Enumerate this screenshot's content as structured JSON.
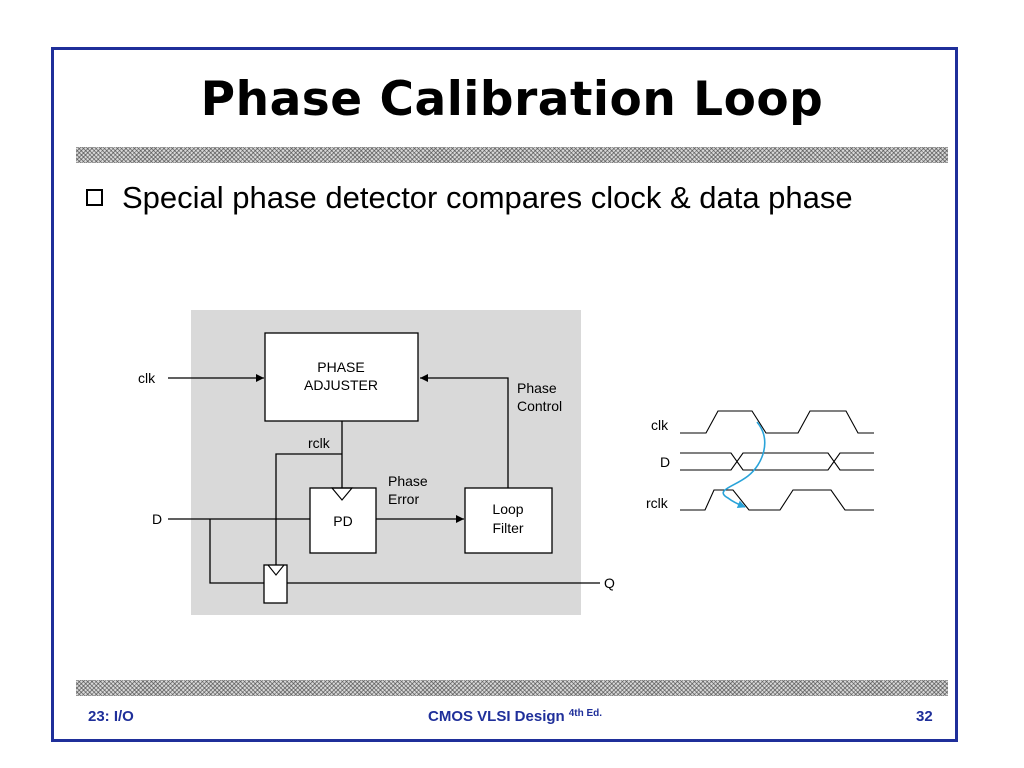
{
  "slide": {
    "title": "Phase Calibration Loop",
    "bullet": "Special phase detector compares clock & data phase"
  },
  "block_diagram": {
    "phase_adjuster_line1": "PHASE",
    "phase_adjuster_line2": "ADJUSTER",
    "pd_label": "PD",
    "loop_filter_line1": "Loop",
    "loop_filter_line2": "Filter",
    "clk_input": "clk",
    "d_input": "D",
    "q_output": "Q",
    "rclk_label": "rclk",
    "phase_error_line1": "Phase",
    "phase_error_line2": "Error",
    "phase_control_line1": "Phase",
    "phase_control_line2": "Control"
  },
  "timing_diagram": {
    "signals": [
      "clk",
      "D",
      "rclk"
    ]
  },
  "footer": {
    "left": "23: I/O",
    "center": "CMOS VLSI Design",
    "edition": "4th Ed.",
    "page_number": "32"
  },
  "colors": {
    "frame": "#1f2f9a",
    "footer_text": "#1f2f9a",
    "diagram_background": "#d9d9d9",
    "annotation_arrow": "#29a3d9"
  }
}
